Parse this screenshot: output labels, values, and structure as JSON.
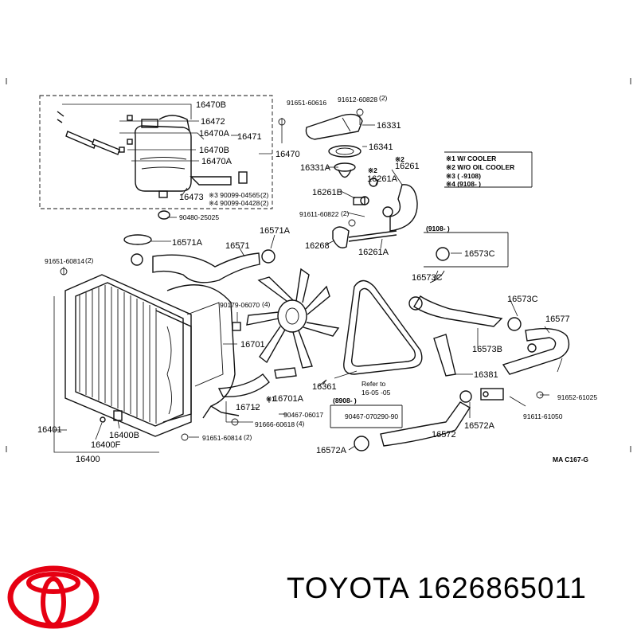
{
  "colors": {
    "brand_red": "#e60012",
    "ink": "#000000"
  },
  "brand": {
    "name": "TOYOTA",
    "part_number": "1626865011"
  },
  "diagram": {
    "legend": [
      "※1 W/ COOLER",
      "※2 W/O OIL COOLER",
      "※3 (      -9108)",
      "※4 (9108-      )"
    ],
    "inset_1_label": "(9108-      )",
    "inset_2_label": "(8908-      )",
    "refer_to": "Refer to\n16-05    -05",
    "code": "MA C167-G",
    "labels": {
      "p16470B": "16470B",
      "p91651_60616": "91651-60616",
      "p91612_60828": "91612-60828",
      "p91612_60828_note": "(2)",
      "p16331": "16331",
      "p16472": "16472",
      "p16470A_1": "16470A",
      "p16471": "16471",
      "p16341": "16341",
      "p16470B_2": "16470B",
      "p16470": "16470",
      "p16470A_2": "16470A",
      "p16331A": "16331A",
      "p16261": "16261",
      "p16261A_1": "16261A",
      "p16473": "16473",
      "p90099_04565": "※3 90099-04565",
      "p90099_04565_note": "(2)",
      "p90099_04428": "※4 90099-04428",
      "p90099_04428_note": "(2)",
      "p16261B": "16261B",
      "p90480_25025": "90480-25025",
      "p91611_60822": "91611-60822",
      "p91611_60822_note": "(2)",
      "p16571A_1": "16571A",
      "p16571A_2": "16571A",
      "p16571": "16571",
      "p16268": "16268",
      "p16261A_2": "16261A",
      "p91651_60814": "91651-60814",
      "p91651_60814_note": "(2)",
      "p16573C_1": "16573C",
      "p16573C_2": "16573C",
      "p16573C_3": "16573C",
      "p90179_06070": "90179-06070",
      "p90179_06070_note": "(4)",
      "p16577": "16577",
      "p16701": "16701",
      "p16573B": "16573B",
      "p16381": "16381",
      "p16361": "16361",
      "p16701A": "16701A",
      "p16712": "16712",
      "p90467_06017": "90467-06017",
      "p90467_070290": "90467-070290-90",
      "p91666_60618": "91666-60618",
      "p91666_60618_note": "(4)",
      "p91652_61025": "91652-61025",
      "p91611_61050": "91611-61050",
      "p16401": "16401",
      "p16400B": "16400B",
      "p16400F": "16400F",
      "p91651_60814_b": "91651-60814",
      "p91651_60814_b_note": "(2)",
      "p16572": "16572",
      "p16572A_1": "16572A",
      "p16572A_2": "16572A",
      "p16400": "16400"
    }
  }
}
